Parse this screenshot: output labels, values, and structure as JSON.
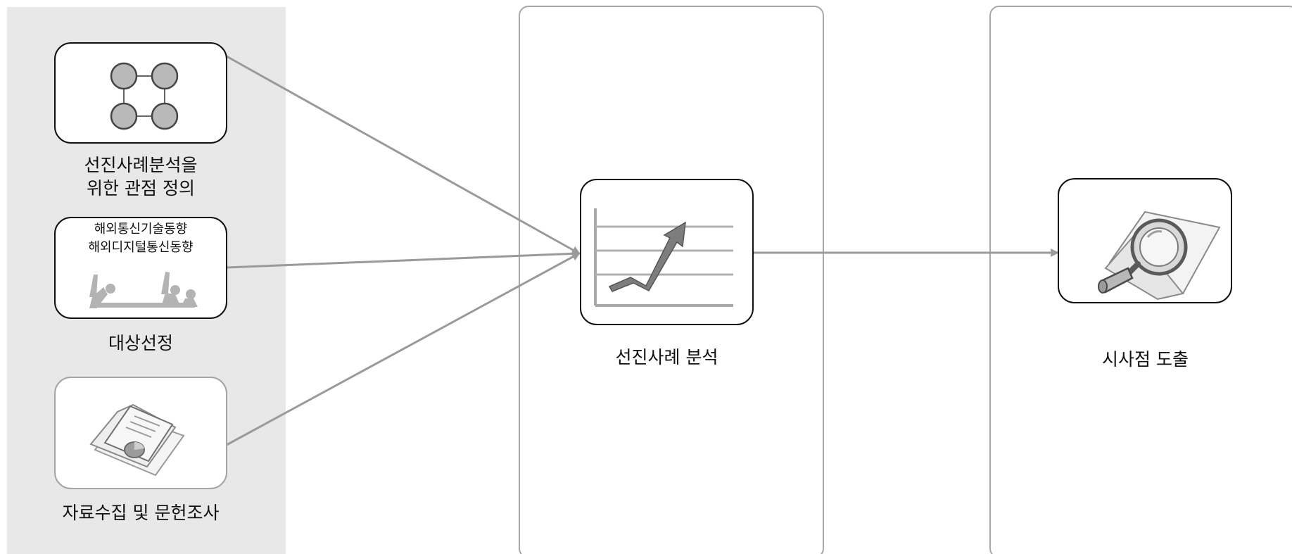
{
  "left_panel": {
    "step1": {
      "label_line1": "선진사례분석을",
      "label_line2": "위한 관점 정의",
      "icon": "network-nodes-icon"
    },
    "step2": {
      "text_line1": "해외통신기술동향",
      "text_line2": "해외디지털통신동향",
      "label": "대상선정",
      "icon": "pointing-people-icon"
    },
    "step3": {
      "label": "자료수집 및 문헌조사",
      "icon": "documents-pie-chart-icon"
    }
  },
  "analysis": {
    "label": "선진사례 분석",
    "icon": "rising-chart-icon"
  },
  "insight": {
    "label": "시사점 도출",
    "icon": "magnifier-document-icon"
  },
  "colors": {
    "panel_background": "#e8e8e8",
    "connector": "#9a9a9a",
    "node_border": "#111111",
    "column_border": "#a8a8a8",
    "icon_gray": "#a0a0a0"
  }
}
